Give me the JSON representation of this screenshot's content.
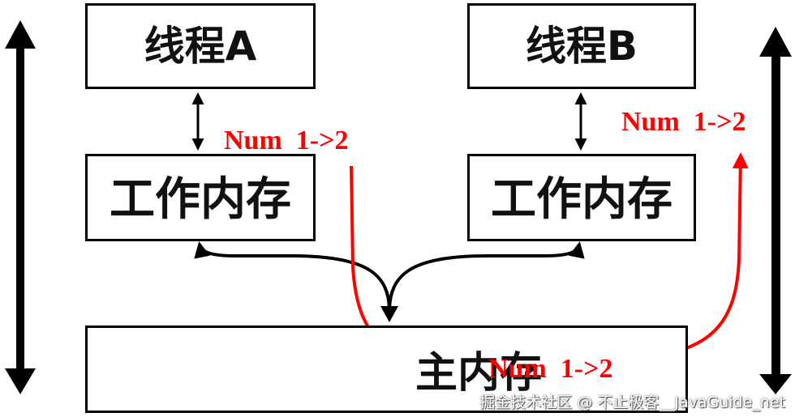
{
  "nodes": {
    "thread_a": "线程A",
    "thread_b": "线程B",
    "work_mem_a": "工作内存",
    "work_mem_b": "工作内存",
    "main_mem": "主内存"
  },
  "annotations": {
    "num_a": "Num  1->2",
    "num_b": "Num  1->2",
    "num_main": "Num  1->2"
  },
  "watermark": "掘金技术社区 @ 不止极客__JavaGuide_net",
  "colors": {
    "flow": "#ff0000",
    "line": "#000000"
  }
}
